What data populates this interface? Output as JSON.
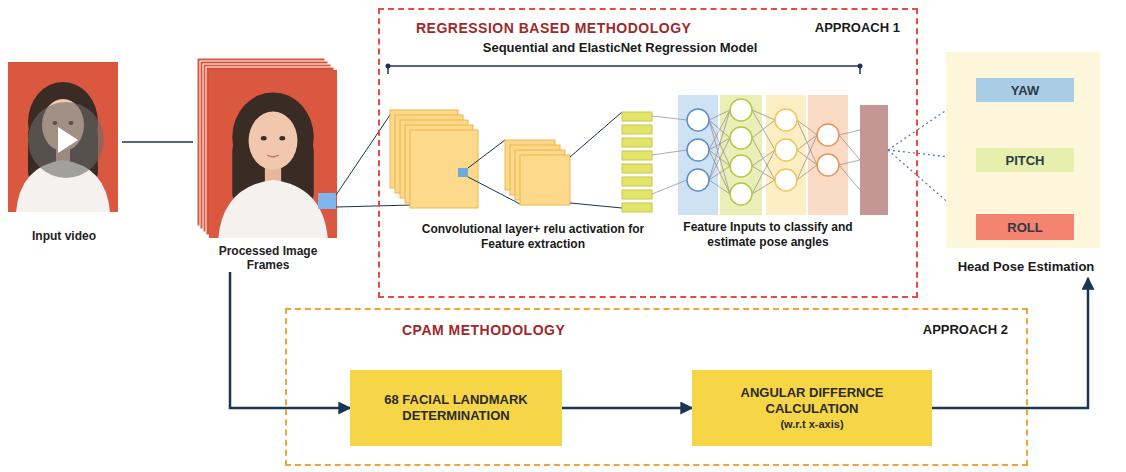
{
  "diagram": {
    "nodes": [
      {
        "text": [
          "Input video"
        ]
      },
      {
        "text": [
          "Processed Image Frames"
        ]
      },
      {
        "text": [
          "REGRESSION BASED METHODOLOGY",
          "APPROACH 1"
        ]
      },
      {
        "text": [
          "Head Pose Estimation"
        ]
      },
      {
        "text": [
          "YAW"
        ],
        "in": 3
      },
      {
        "text": [
          "PITCH"
        ],
        "in": 3
      },
      {
        "text": [
          "ROLL"
        ],
        "in": 3
      },
      {
        "text": [
          "CPAM METHODOLOGY",
          "APPROACH 2"
        ]
      },
      {
        "text": [
          "68 FACIAL LANDMARK DETERMINATION"
        ],
        "in": 7
      },
      {
        "text": [
          "ANGULAR DIFFERNCE CALCULATION",
          "(w.r.t x-axis)"
        ],
        "in": 7
      }
    ],
    "edges": [
      {
        "from": 0,
        "to": 1,
        "arrow": "none"
      },
      {
        "from": 1,
        "to": 8,
        "arrow": "to"
      },
      {
        "from": 8,
        "to": 9,
        "arrow": "to"
      },
      {
        "from": 9,
        "to": 3,
        "arrow": "to"
      },
      {
        "from": 2,
        "to": 4,
        "arrow": "to"
      },
      {
        "from": 2,
        "to": 5,
        "arrow": "to"
      },
      {
        "from": 2,
        "to": 6,
        "arrow": "to"
      }
    ],
    "labels": [
      "Sequential and ElasticNet Regression Model",
      "Convolutional layer+ relu activation for Feature extraction",
      "Feature Inputs to classify and estimate pose angles"
    ]
  }
}
